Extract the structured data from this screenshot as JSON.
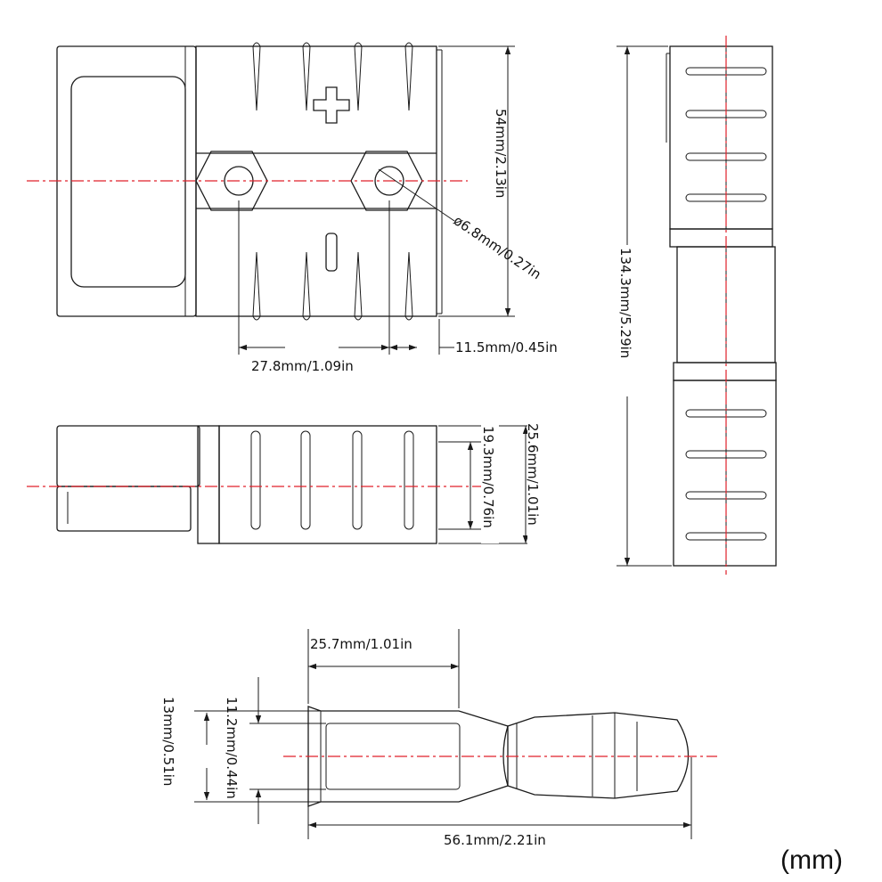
{
  "dimensions": {
    "top_height": "54mm/2.13in",
    "hole_diameter": "ø6.8mm/0.27in",
    "hole_spacing": "27.8mm/1.09in",
    "hole_to_edge": "11.5mm/0.45in",
    "total_length": "134.3mm/5.29in",
    "side_height": "25.6mm/1.01in",
    "side_inner_height": "19.3mm/0.76in",
    "contact_width": "25.7mm/1.01in",
    "contact_outer": "13mm/0.51in",
    "contact_inner": "11.2mm/0.44in",
    "contact_length": "56.1mm/2.21in"
  },
  "unit_label": "(mm)",
  "colors": {
    "outline": "#1a1a1a",
    "centerline": "#e0202a",
    "background": "#ffffff"
  }
}
